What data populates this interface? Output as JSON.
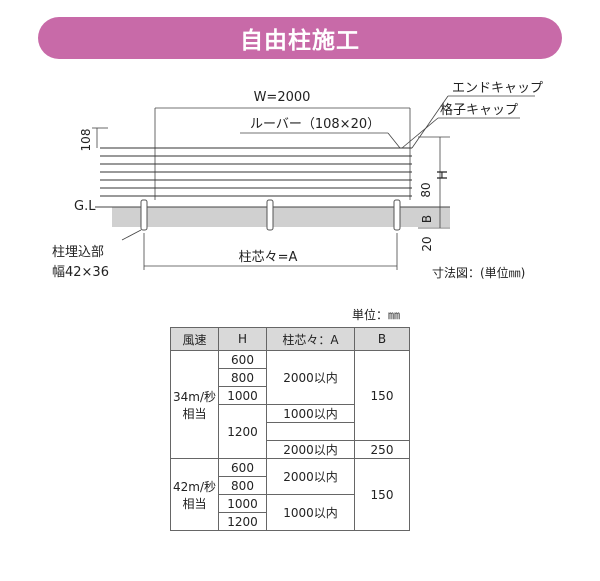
{
  "title": "自由柱施工",
  "drawing": {
    "labels": {
      "width": "W=2000",
      "louver": "ルーバー（108×20）",
      "end_cap": "エンドキャップ",
      "lattice_cap": "格子キャップ",
      "louver_height": "108",
      "gl": "G.L",
      "height": "H",
      "dim_80": "80",
      "b": "B",
      "dim_20": "20",
      "embed_title": "柱埋込部",
      "embed_size": "幅42×36",
      "pitch": "柱芯々=A",
      "dim_note": "寸法図：(単位㎜)"
    }
  },
  "table": {
    "unit": "単位：㎜",
    "headers": [
      "風速",
      "H",
      "柱芯々：A",
      "B"
    ],
    "groups": [
      {
        "wind": "34m/秒相当",
        "h_values": [
          "600",
          "800",
          "1000",
          "1200"
        ],
        "pitch_values": [
          "2000以内",
          "1000以内",
          "2000以内"
        ],
        "b_values": [
          "150",
          "250"
        ]
      },
      {
        "wind": "42m/秒相当",
        "h_values": [
          "600",
          "800",
          "1000",
          "1200"
        ],
        "pitch_values": [
          "2000以内",
          "1000以内"
        ],
        "b_values": [
          "150"
        ]
      }
    ]
  }
}
